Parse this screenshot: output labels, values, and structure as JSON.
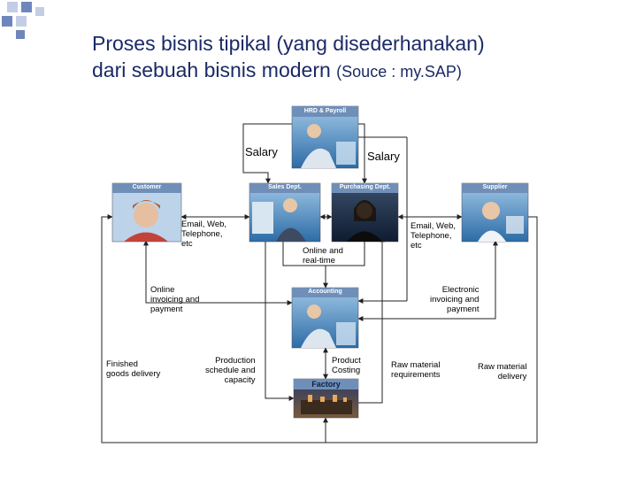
{
  "title": {
    "line1": "Proses bisnis tipikal (yang disederhanakan)",
    "line2": "dari sebuah bisnis modern",
    "source": "(Souce : my.SAP)"
  },
  "nodes": {
    "hrd": "HRD & Payroll",
    "customer": "Customer",
    "sales": "Sales Dept.",
    "purchasing": "Purchasing Dept.",
    "supplier": "Supplier",
    "accounting": "Accounting",
    "factory": "Factory"
  },
  "labels": {
    "salary_left": "Salary",
    "salary_right": "Salary",
    "email_left": "Email, Web,\nTelephone,\netc",
    "email_right": "Email, Web,\nTelephone,\netc",
    "online_realtime": "Online and\nreal-time",
    "online_invoicing": "Online\ninvoicing and\npayment",
    "electronic_invoicing": "Electronic\ninvoicing and\npayment",
    "finished_goods": "Finished\ngoods delivery",
    "production_schedule": "Production\nschedule and\ncapacity",
    "product_costing": "Product\nCosting",
    "raw_requirements": "Raw material\nrequirements",
    "raw_delivery": "Raw material\ndelivery"
  },
  "colors": {
    "title": "#1a2a66",
    "header": "#6f8fb8",
    "deco_blue": "#6f86bd",
    "deco_light": "#c3cde6"
  }
}
